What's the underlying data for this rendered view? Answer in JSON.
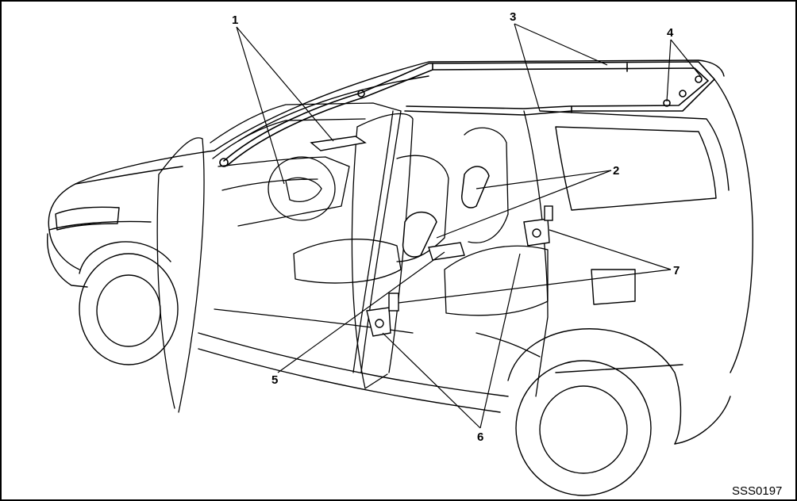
{
  "figure": {
    "code": "SSS0197",
    "callouts": [
      "1",
      "2",
      "3",
      "4",
      "5",
      "6",
      "7"
    ]
  },
  "colors": {
    "line": "#000000",
    "background": "#ffffff"
  }
}
